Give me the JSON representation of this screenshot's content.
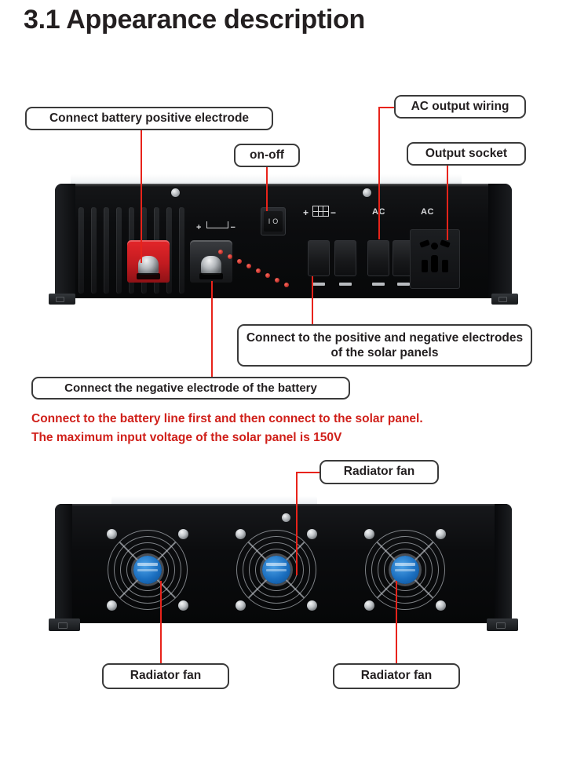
{
  "page": {
    "title": "3.1 Appearance description"
  },
  "callouts": [
    {
      "id": "battery-positive",
      "label": "Connect battery positive electrode"
    },
    {
      "id": "on-off",
      "label": "on-off"
    },
    {
      "id": "ac-output-wiring",
      "label": "AC output wiring"
    },
    {
      "id": "output-socket",
      "label": "Output socket"
    },
    {
      "id": "solar-electrodes",
      "label": "Connect to the positive and negative electrodes of the solar panels"
    },
    {
      "id": "battery-negative",
      "label": "Connect the negative electrode of the battery"
    },
    {
      "id": "radiator-fan-top",
      "label": "Radiator fan"
    },
    {
      "id": "radiator-fan-left",
      "label": "Radiator fan"
    },
    {
      "id": "radiator-fan-right",
      "label": "Radiator fan"
    }
  ],
  "warning": {
    "line1": "Connect to the battery line first and then connect to the solar panel.",
    "line2": "The maximum input voltage of the solar panel is 150V",
    "color": "#d0201a"
  },
  "device_front": {
    "battery_plus": "+",
    "battery_minus": "−",
    "solar_plus": "+",
    "solar_minus": "−",
    "switch_on": "I",
    "switch_off": "O",
    "ac_label_1": "AC",
    "ac_label_2": "AC"
  },
  "colors": {
    "leader_line": "#e8231a",
    "terminal_positive": "#c21b20",
    "terminal_negative": "#222427",
    "fan_hub": "#1b6fc0",
    "callout_border": "#3a3a3a",
    "text": "#231f20"
  }
}
